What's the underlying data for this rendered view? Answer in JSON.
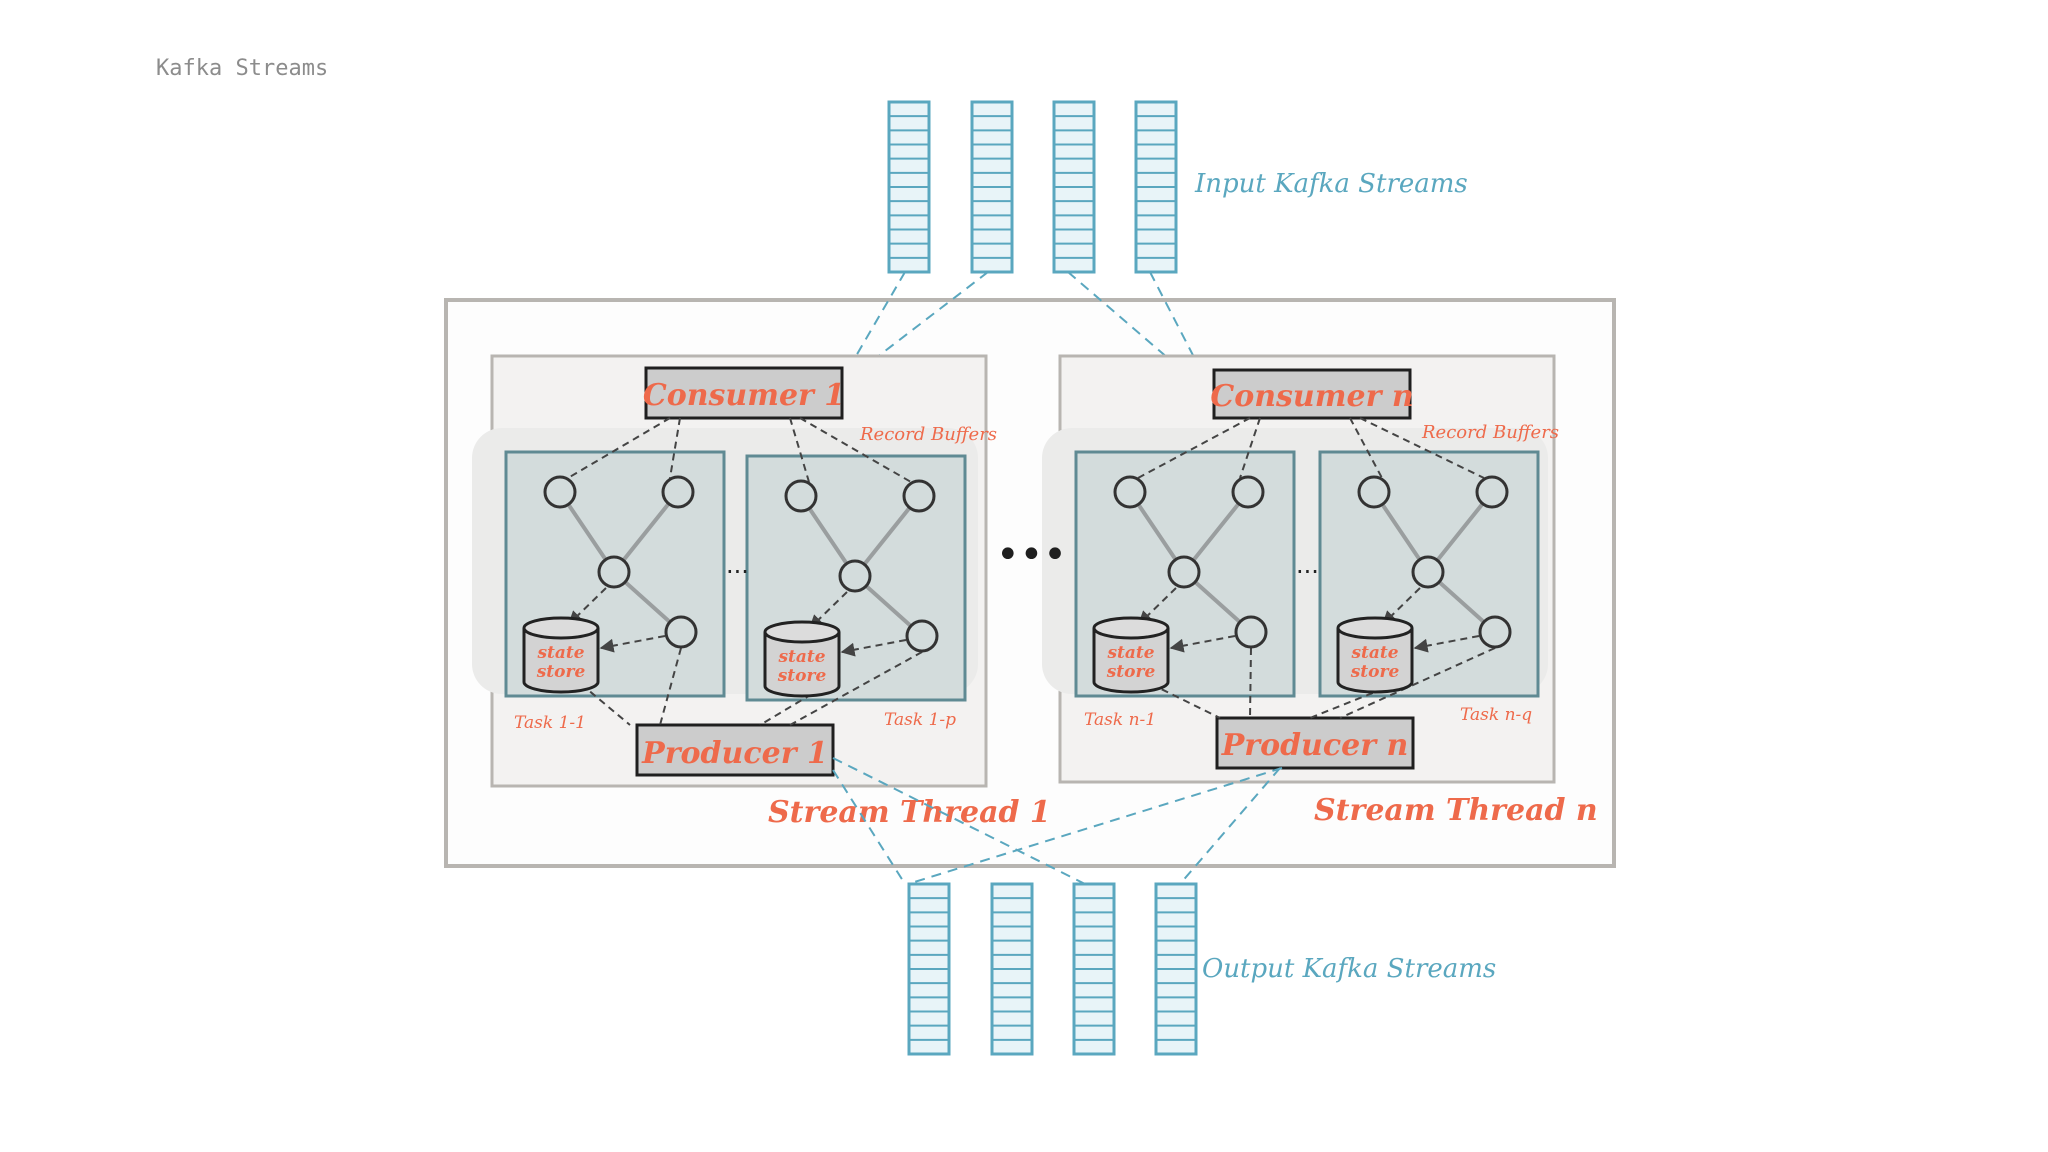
{
  "header": {
    "title": "Kafka Streams"
  },
  "labels": {
    "input_streams": "Input Kafka Streams",
    "output_streams": "Output Kafka Streams",
    "record_buffers": "Record Buffers",
    "ellipsis_big": "•••",
    "ellipsis_small": "..."
  },
  "threads": [
    {
      "name": "Stream Thread 1",
      "consumer": "Consumer 1",
      "producer": "Producer 1",
      "tasks": [
        {
          "label": "Task 1-1",
          "store_line1": "state",
          "store_line2": "store"
        },
        {
          "label": "Task 1-p",
          "store_line1": "state",
          "store_line2": "store"
        }
      ]
    },
    {
      "name": "Stream Thread n",
      "consumer": "Consumer n",
      "producer": "Producer n",
      "tasks": [
        {
          "label": "Task n-1",
          "store_line1": "state",
          "store_line2": "store"
        },
        {
          "label": "Task n-q",
          "store_line1": "state",
          "store_line2": "store"
        }
      ]
    }
  ],
  "colors": {
    "stream_blue": "#5aa7bf",
    "accent_orange": "#ee6a4b",
    "task_fill": "#d3dcdc",
    "task_border": "#5f8a93",
    "frame_gray": "#b8b5b1"
  }
}
